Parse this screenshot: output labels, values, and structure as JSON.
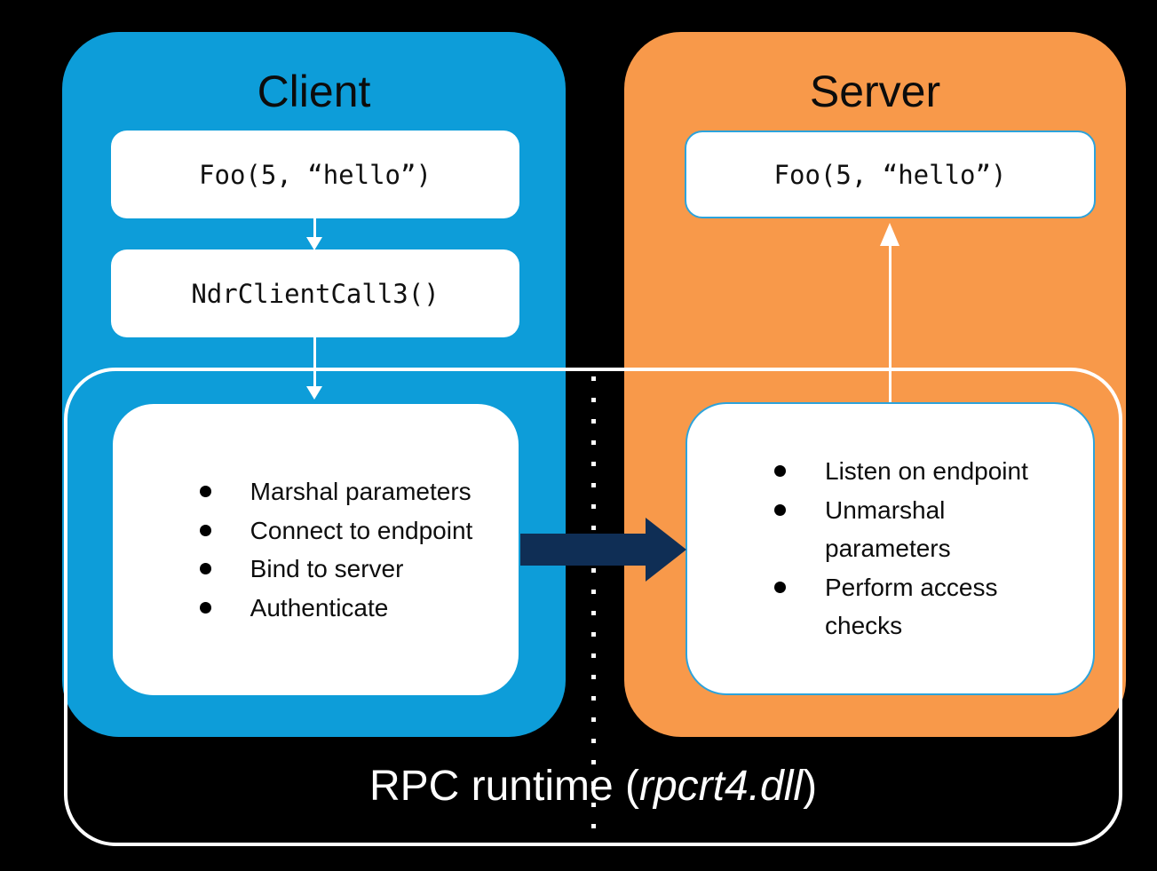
{
  "client": {
    "title": "Client",
    "call_box": "Foo(5, “hello”)",
    "stub_box": "NdrClientCall3()",
    "runtime_steps": [
      "Marshal parameters",
      "Connect to endpoint",
      "Bind to server",
      "Authenticate"
    ]
  },
  "server": {
    "title": "Server",
    "call_box": "Foo(5, “hello”)",
    "runtime_steps": [
      "Listen on endpoint",
      "Unmarshal parameters",
      "Perform access checks"
    ]
  },
  "runtime": {
    "label_prefix": "RPC runtime (",
    "label_module": "rpcrt4.dll",
    "label_suffix": ")"
  },
  "colors": {
    "background": "#000000",
    "client_panel": "#0d9dd9",
    "server_panel": "#f8994a",
    "box_fill": "#ffffff",
    "box_border": "#2ca3dc",
    "transfer_arrow": "#0f2e55",
    "flow_arrow": "#ffffff",
    "outline": "#ffffff",
    "text_dark": "#0c0c0c",
    "text_light": "#ffffff"
  }
}
